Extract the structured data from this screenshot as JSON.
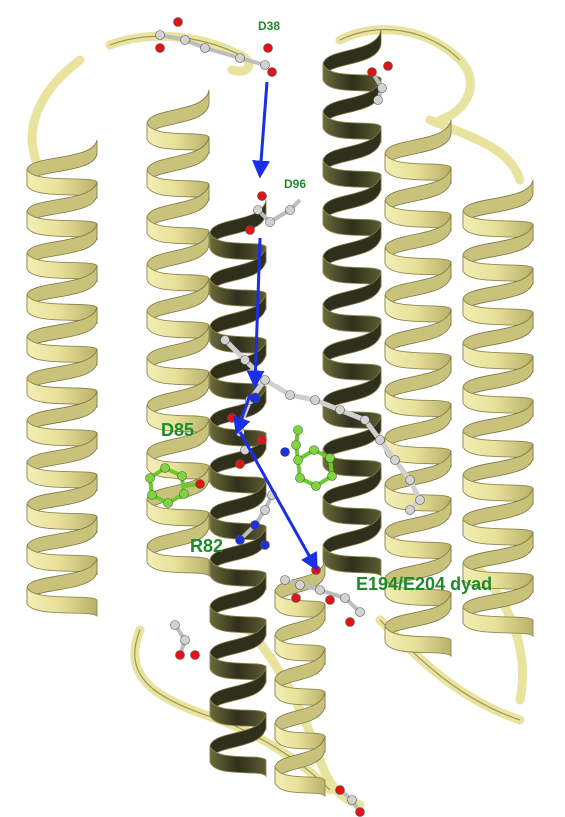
{
  "labels": {
    "d38": "D38",
    "d96": "D96",
    "d85": "D85",
    "r82": "R82",
    "dyad": "E194/E204 dyad"
  },
  "colors": {
    "ribbon": "#efe9a6",
    "ribbon_shade": "#c9c27a",
    "ribbon_dark": "#4a4a2a",
    "helix_dark": "#3d3d24",
    "carbon": "#d2d2d2",
    "oxygen": "#e01515",
    "nitrogen": "#1e2fe0",
    "ring": "#7ed63a",
    "arrow": "#1a2fe6",
    "label": "#1f8a2a"
  }
}
